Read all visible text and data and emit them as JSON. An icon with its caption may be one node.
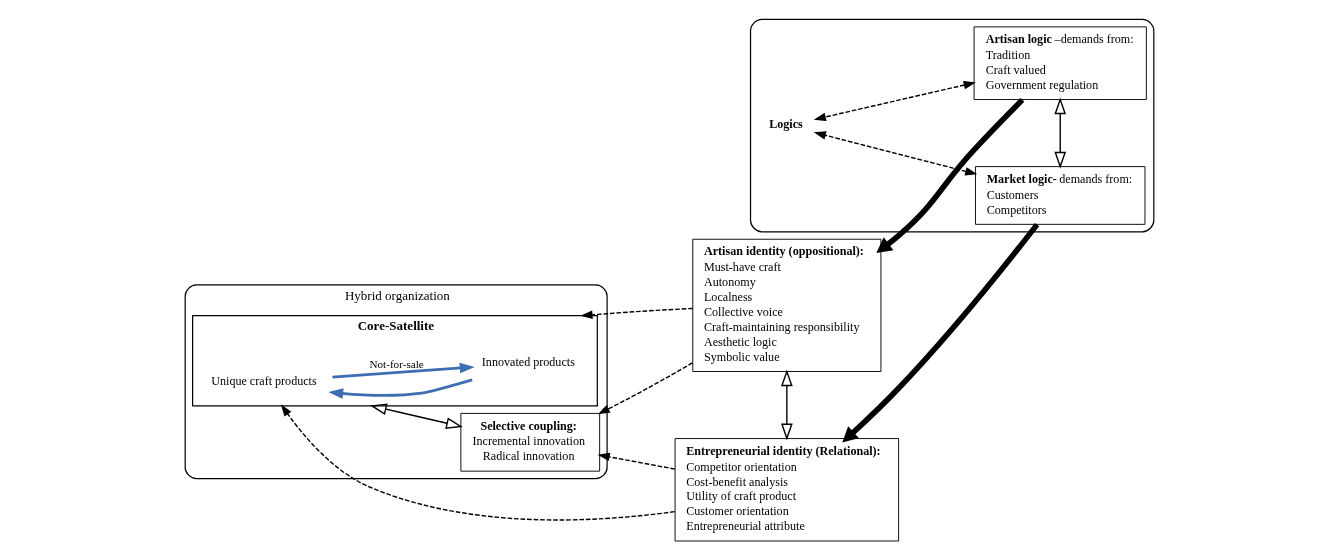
{
  "diagram": {
    "nodes": [
      {
        "text": [
          "Hybrid organization"
        ]
      },
      {
        "text": [
          "Core-Satellite"
        ],
        "in": 0
      },
      {
        "text": [
          "Unique craft products"
        ],
        "in": 1
      },
      {
        "text": [
          "Innovated products"
        ],
        "in": 1
      },
      {
        "text": [
          "Selective coupling:",
          "Incremental innovation",
          "Radical innovation"
        ],
        "in": 0
      },
      {
        "text": [
          "Artisan identity (oppositional):",
          "Must-have craft",
          "Autonomy",
          "Localness",
          "Collective voice",
          "Craft-maintaining responsibility",
          "Aesthetic logic",
          "Symbolic value"
        ]
      },
      {
        "text": [
          "Entrepreneurial identity (Relational):",
          "Competitor orientation",
          "Cost-benefit analysis",
          "Utility of craft product",
          "Customer orientation",
          "Entrepreneurial attribute"
        ]
      },
      {
        "text": [],
        "shape": "cylinder"
      },
      {
        "text": [
          "**Artisan logic**–demands from:",
          "Tradition",
          "Craft valued",
          "Government regulation"
        ],
        "in": 7
      },
      {
        "text": [
          "**Market logic-**demands from:",
          "Customers",
          "Competitors"
        ],
        "in": 7
      },
      {
        "text": [
          "Logics"
        ],
        "in": 7
      }
    ],
    "edges": [
      {
        "from": 3,
        "to": 2,
        "arrow": "to",
        "color": "#3f6db3"
      },
      {
        "from": 2,
        "to": 3,
        "arrow": "to",
        "color": "#3f6db3",
        "label": "Not-for-sale"
      },
      {
        "from": 1,
        "to": 4,
        "arrow": "both"
      },
      {
        "from": 5,
        "to": 1,
        "arrow": "to",
        "style": "dashed"
      },
      {
        "from": 5,
        "to": 4,
        "arrow": "to",
        "style": "dashed"
      },
      {
        "from": 6,
        "to": 1,
        "arrow": "to",
        "style": "dashed"
      },
      {
        "from": 6,
        "to": 4,
        "arrow": "to",
        "style": "dashed"
      },
      {
        "from": 5,
        "to": 6,
        "arrow": "both"
      },
      {
        "from": 8,
        "to": 5,
        "arrow": "to",
        "style": "thick"
      },
      {
        "from": 9,
        "to": 6,
        "arrow": "to",
        "style": "thick"
      },
      {
        "from": 8,
        "to": 9,
        "arrow": "both"
      },
      {
        "from": 8,
        "to": 10,
        "arrow": "both",
        "style": "dashed"
      },
      {
        "from": 9,
        "to": 10,
        "arrow": "both",
        "style": "dashed"
      }
    ]
  }
}
